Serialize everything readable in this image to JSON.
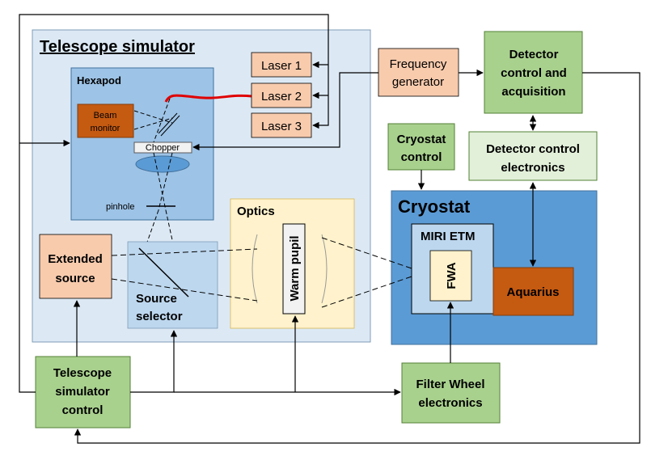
{
  "blocks": {
    "telescope_simulator": "Telescope simulator",
    "hexapod": "Hexapod",
    "beam_monitor_line1": "Beam",
    "beam_monitor_line2": "monitor",
    "chopper": "Chopper",
    "pinhole": "pinhole",
    "laser1": "Laser 1",
    "laser2": "Laser 2",
    "laser3": "Laser 3",
    "freq_gen_line1": "Frequency",
    "freq_gen_line2": "generator",
    "detector_ctrl_line1": "Detector",
    "detector_ctrl_line2": "control and",
    "detector_ctrl_line3": "acquisition",
    "cryostat_control_line1": "Cryostat",
    "cryostat_control_line2": "control",
    "det_electronics_line1": "Detector control",
    "det_electronics_line2": "electronics",
    "cryostat": "Cryostat",
    "miri_etm": "MIRI ETM",
    "fwa": "FWA",
    "aquarius": "Aquarius",
    "optics": "Optics",
    "warm_pupil": "Warm pupil",
    "extended_source_line1": "Extended",
    "extended_source_line2": "source",
    "source_selector_line1": "Source",
    "source_selector_line2": "selector",
    "ts_control_line1": "Telescope",
    "ts_control_line2": "simulator",
    "ts_control_line3": "control",
    "fw_electronics_line1": "Filter Wheel",
    "fw_electronics_line2": "electronics"
  },
  "colors": {
    "telescope_bg": "#dce9f5",
    "hexapod_bg": "#9dc3e6",
    "laser_orange": "#f8cbad",
    "green": "#a9d18e",
    "light_green": "#e2f0d9",
    "cryostat_blue": "#5b9bd5",
    "etm_bg": "#bdd7ee",
    "optics_yellow": "#fff2cc",
    "aquarius_orange": "#c55a11",
    "fiber_red": "#e00000"
  }
}
